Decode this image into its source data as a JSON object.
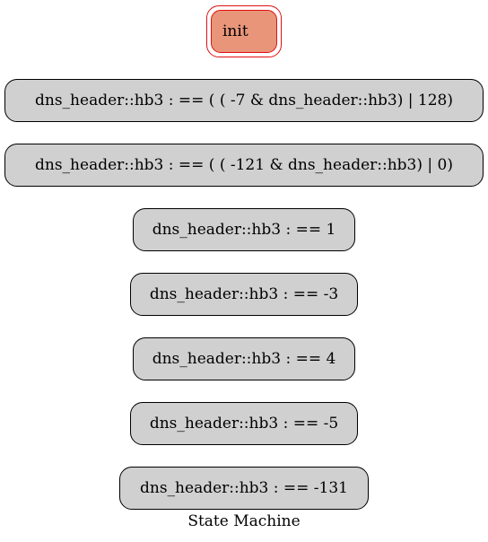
{
  "diagram": {
    "caption": "State Machine",
    "init_label": "init",
    "colors": {
      "init_fill": "#e9957a",
      "init_border": "#e01010",
      "node_fill": "#d0d0d0",
      "node_border": "#000000"
    },
    "states": [
      "dns_header::hb3 : == ( ( -7 & dns_header::hb3) | 128)",
      "dns_header::hb3 : == ( ( -121 & dns_header::hb3) | 0)",
      "dns_header::hb3 : == 1",
      "dns_header::hb3 : == -3",
      "dns_header::hb3 : == 4",
      "dns_header::hb3 : == -5",
      "dns_header::hb3 : == -131"
    ]
  }
}
